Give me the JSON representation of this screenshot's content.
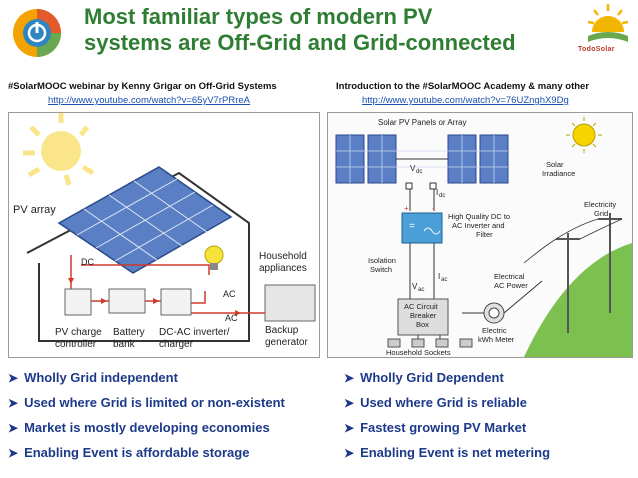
{
  "title": {
    "line1": "Most familiar types of modern PV",
    "line2": "systems are Off-Grid and Grid-connected"
  },
  "brand": {
    "name": "TodoSolar"
  },
  "left": {
    "heading": "#SolarMOOC webinar by Kenny Grigar on Off-Grid Systems",
    "link": "http://www.youtube.com/watch?v=65yV7rPRreA",
    "diagram": {
      "pv_array": "PV array",
      "dc": "DC",
      "household_1": "Household",
      "household_2": "appliances",
      "ac_top": "AC",
      "ac_bottom": "AC",
      "pv_charge_1": "PV charge",
      "pv_charge_2": "controller",
      "battery_1": "Battery",
      "battery_2": "bank",
      "inverter_1": "DC-AC inverter/",
      "inverter_2": "charger",
      "backup_1": "Backup",
      "backup_2": "generator"
    },
    "bullets": [
      "Wholly Grid independent",
      "Used where Grid is limited or non-existent",
      "Market is mostly developing economies",
      "Enabling Event is affordable storage"
    ]
  },
  "right": {
    "heading": "Introduction to the #SolarMOOC Academy & many other",
    "link": "http://www.youtube.com/watch?v=76UZnghX9Dg",
    "diagram": {
      "panels": "Solar PV Panels or Array",
      "vdc": "V",
      "vdc_sub": "dc",
      "idc": "I",
      "idc_sub": "dc",
      "solar_1": "Solar",
      "solar_2": "Irradiance",
      "inverter_1": "High Quality DC to",
      "inverter_2": "AC Inverter and",
      "inverter_3": "Filter",
      "electricity_1": "Electricity",
      "electricity_2": "Grid",
      "isolation_1": "Isolation",
      "isolation_2": "Switch",
      "vac": "V",
      "vac_sub": "ac",
      "iac": "I",
      "iac_sub": "ac",
      "electrical_1": "Electrical",
      "electrical_2": "AC Power",
      "breaker_1": "AC Circuit",
      "breaker_2": "Breaker",
      "breaker_3": "Box",
      "meter_1": "Electric",
      "meter_2": "kWh Meter",
      "sockets": "Household Sockets",
      "plus": "+",
      "minus": "-"
    },
    "bullets": [
      "Wholly Grid Dependent",
      "Used where Grid is reliable",
      "Fastest growing PV Market",
      "Enabling Event is net metering"
    ]
  },
  "colors": {
    "title_green": "#2e7d32",
    "bullet_blue": "#1d3a8a",
    "link_blue": "#1a4fb0",
    "panel_blue": "#5b7fc4",
    "wire_red": "#d03a2a"
  }
}
